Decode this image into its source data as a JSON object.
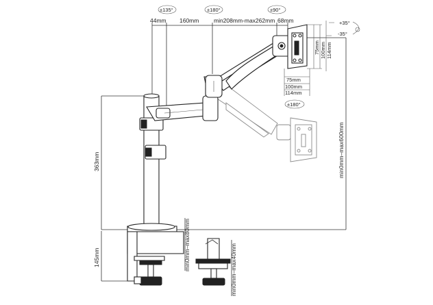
{
  "rotation": {
    "arm_angle": "±135°",
    "mid_angle": "±180°",
    "tilt_angle": "±90°",
    "panel_rotation": "±180°",
    "tilt_up": "+35°",
    "tilt_down": "-35°"
  },
  "arm_lengths": {
    "base_offset": "44mm",
    "first_arm": "160mm",
    "second_arm": "min208mm-max262mm",
    "head": "68mm"
  },
  "vesa": {
    "h_75": "75mm",
    "h_100": "100mm",
    "h_114": "114mm",
    "w_75": "75mm",
    "w_100": "100mm",
    "w_114": "114mm"
  },
  "heights": {
    "pole": "363mm",
    "clamp": "145mm",
    "lift": "min0mm–max600mm",
    "clamp_desk": "min0mm–max80mm",
    "grommet_desk": "min0mm–max40mm"
  }
}
